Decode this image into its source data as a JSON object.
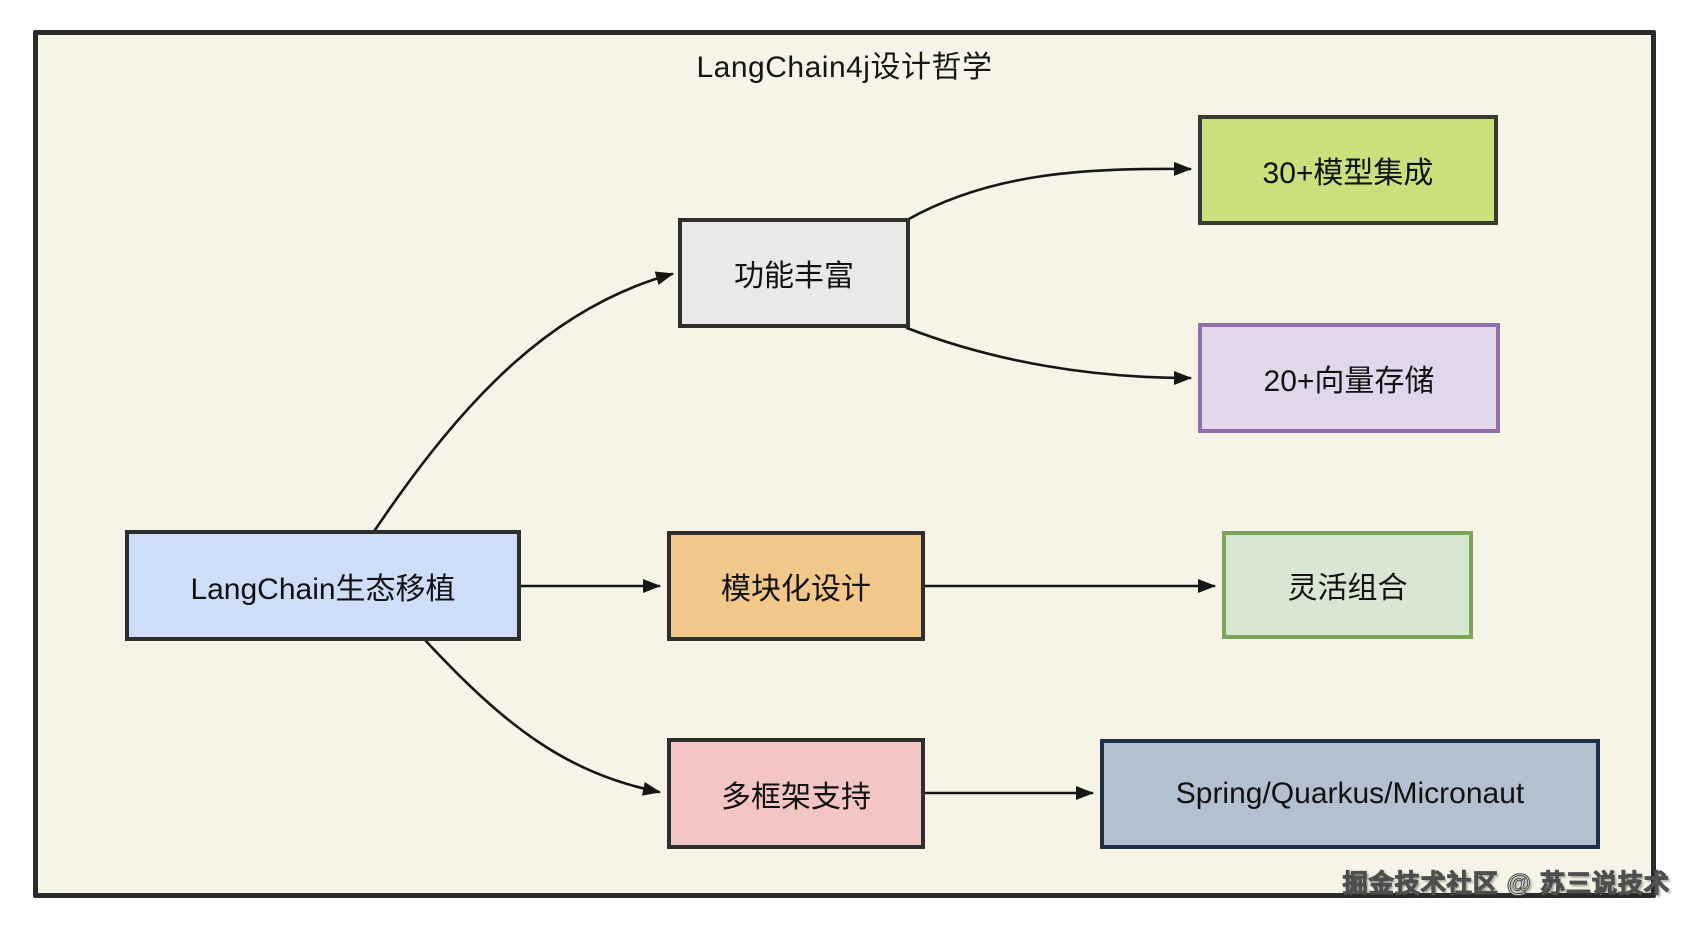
{
  "diagram": {
    "title": "LangChain4j设计哲学",
    "watermark": "掘金技术社区 @ 苏三说技术",
    "colors": {
      "canvas_background": "#f5f4e7",
      "frame_border": "#2b2b2b",
      "edge_stroke": "#161616",
      "root_fill": "#cfdef8",
      "feature_fill": "#e9e9e8",
      "modular_fill": "#f2c78a",
      "multiframe_fill": "#f4c6c3",
      "models_fill": "#c9e07c",
      "vectors_fill": "#e2d6ec",
      "vectors_border": "#8e6fa8",
      "flexible_fill": "#d9e7d2",
      "flexible_border": "#7ca45d",
      "spring_fill": "#b3c0cf",
      "spring_border": "#1e3048"
    },
    "nodes": {
      "root": {
        "label": "LangChain生态移植"
      },
      "feature": {
        "label": "功能丰富"
      },
      "modular": {
        "label": "模块化设计"
      },
      "multiframe": {
        "label": "多框架支持"
      },
      "models": {
        "label": "30+模型集成"
      },
      "vectors": {
        "label": "20+向量存储"
      },
      "flexible": {
        "label": "灵活组合"
      },
      "spring": {
        "label": "Spring/Quarkus/Micronaut"
      }
    },
    "edges": [
      {
        "from": "root",
        "to": "feature"
      },
      {
        "from": "root",
        "to": "modular"
      },
      {
        "from": "root",
        "to": "multiframe"
      },
      {
        "from": "feature",
        "to": "models"
      },
      {
        "from": "feature",
        "to": "vectors"
      },
      {
        "from": "modular",
        "to": "flexible"
      },
      {
        "from": "multiframe",
        "to": "spring"
      }
    ]
  }
}
